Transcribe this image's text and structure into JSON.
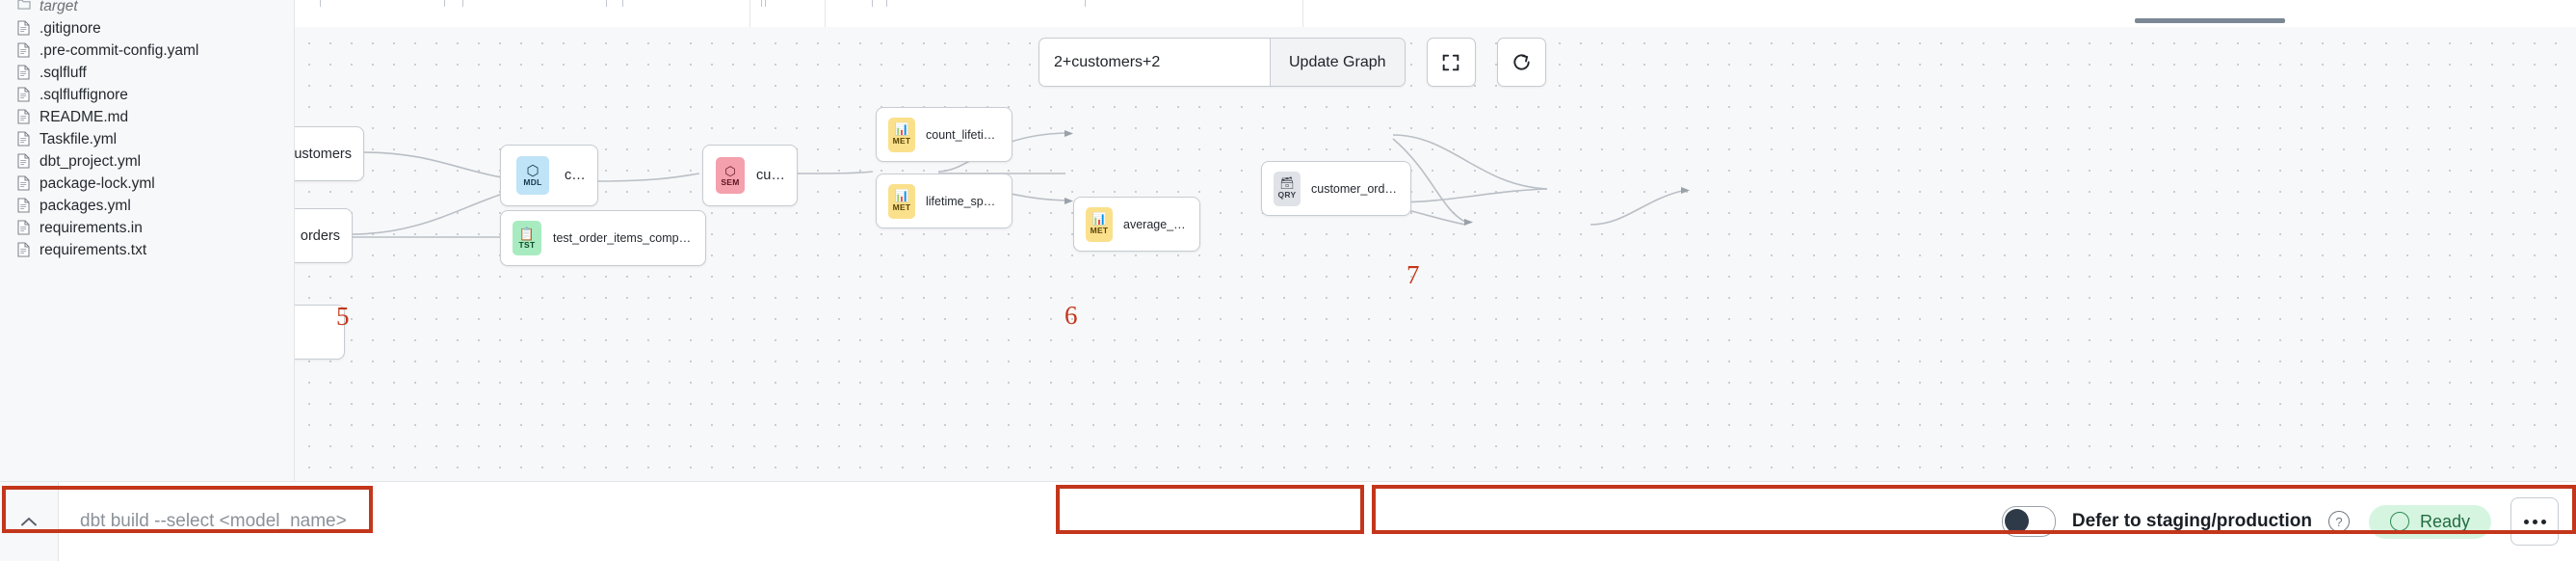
{
  "explorer": {
    "files": [
      {
        "name": "target",
        "type": "folder",
        "icon": "folder-icon"
      },
      {
        "name": ".gitignore",
        "type": "file",
        "icon": "file-icon"
      },
      {
        "name": ".pre-commit-config.yaml",
        "type": "file",
        "icon": "file-icon"
      },
      {
        "name": ".sqlfluff",
        "type": "file",
        "icon": "file-icon"
      },
      {
        "name": ".sqlfluffignore",
        "type": "file",
        "icon": "file-icon"
      },
      {
        "name": "README.md",
        "type": "file",
        "icon": "file-icon"
      },
      {
        "name": "Taskfile.yml",
        "type": "file",
        "icon": "file-icon"
      },
      {
        "name": "dbt_project.yml",
        "type": "file",
        "icon": "file-icon"
      },
      {
        "name": "package-lock.yml",
        "type": "file",
        "icon": "file-icon"
      },
      {
        "name": "packages.yml",
        "type": "file",
        "icon": "file-icon"
      },
      {
        "name": "requirements.in",
        "type": "file",
        "icon": "file-icon"
      },
      {
        "name": "requirements.txt",
        "type": "file",
        "icon": "file-icon"
      }
    ]
  },
  "graph_toolbar": {
    "selector_value": "2+customers+2",
    "update_label": "Update Graph",
    "fullscreen_icon": "expand-icon",
    "refresh_icon": "refresh-icon"
  },
  "graph": {
    "nodes": [
      {
        "id": "stg_customers",
        "label": "tg_customers",
        "kind": "",
        "abbr": "",
        "clipped": true
      },
      {
        "id": "stg_orders",
        "label": "orders",
        "kind": "",
        "abbr": "",
        "clipped": true
      },
      {
        "id": "customers_mdl",
        "label": "customers",
        "kind": "MDL",
        "abbr": "MDL",
        "glyph": "⬡"
      },
      {
        "id": "test_order_items",
        "label": "test_order_items_compute_to_bools...",
        "kind": "TST",
        "abbr": "TST",
        "glyph": "Ὄb"
      },
      {
        "id": "customers_sem",
        "label": "customers",
        "kind": "SEM",
        "abbr": "SEM",
        "glyph": "⬡"
      },
      {
        "id": "count_lifetime_orders",
        "label": "count_lifetime_orders",
        "kind": "MET",
        "abbr": "MET",
        "glyph": "Ὄa"
      },
      {
        "id": "lifetime_spend_pretax",
        "label": "lifetime_spend_pretax",
        "kind": "MET",
        "abbr": "MET",
        "glyph": "Ὄa"
      },
      {
        "id": "average_order_value",
        "label": "average_order_value",
        "kind": "MET",
        "abbr": "MET",
        "glyph": "Ὄa"
      },
      {
        "id": "customer_order_metrics",
        "label": "customer_order_metrics",
        "kind": "QRY",
        "abbr": "QRY",
        "glyph": "὜3"
      }
    ]
  },
  "bottom_bar": {
    "chevron_icon": "chevron-up-icon",
    "command_placeholder": "dbt build --select <model_name>",
    "defer_label": "Defer to staging/production",
    "defer_enabled": false,
    "help_icon": "help-circle-icon",
    "status_label": "Ready",
    "more_icon": "ellipsis-icon"
  },
  "annotations": [
    {
      "number": "5"
    },
    {
      "number": "6"
    },
    {
      "number": "7"
    }
  ],
  "colors": {
    "annotation": "#c3361b",
    "ready_bg": "#d6f5e0",
    "ready_text": "#226b41",
    "mdl": "#bfe3f7",
    "sem": "#f4a0ad",
    "met": "#fbe08c",
    "tst": "#a8ebc0",
    "qry": "#dfe2e6"
  }
}
